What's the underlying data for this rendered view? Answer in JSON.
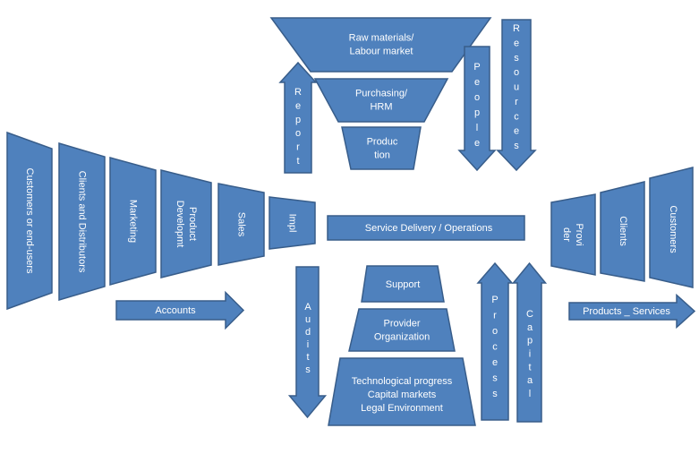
{
  "colors": {
    "fill": "#4f81bd",
    "stroke": "#385d8a",
    "text": "#ffffff",
    "background": "#ffffff"
  },
  "funnel_top": {
    "raw_materials": [
      "Raw materials/",
      "Labour market"
    ],
    "purchasing": [
      "Purchasing/",
      "HRM"
    ],
    "production": [
      "Produc",
      "tion"
    ]
  },
  "funnel_bottom": {
    "support": [
      "Support"
    ],
    "provider_org": [
      "Provider",
      "Organization"
    ],
    "environment": [
      "Technological progress",
      "Capital markets",
      "Legal Environment"
    ]
  },
  "left_chain": {
    "customers": "Customers or end-users",
    "clients": "Clients and Distributors",
    "marketing": "Marketing",
    "product": [
      "Product",
      "Developmt"
    ],
    "sales": "Sales",
    "impl": "Impl"
  },
  "center_bar": "Service Delivery / Operations",
  "right_chain": {
    "provider": [
      "Provi",
      "der"
    ],
    "clients": "Clients",
    "customers": "Customers"
  },
  "arrows": {
    "report": "Report",
    "people": "People",
    "resources": "Resources",
    "audits": "Audits",
    "process": "Process",
    "capital": "Capital",
    "accounts": "Accounts",
    "products_services": "Products _ Services"
  }
}
